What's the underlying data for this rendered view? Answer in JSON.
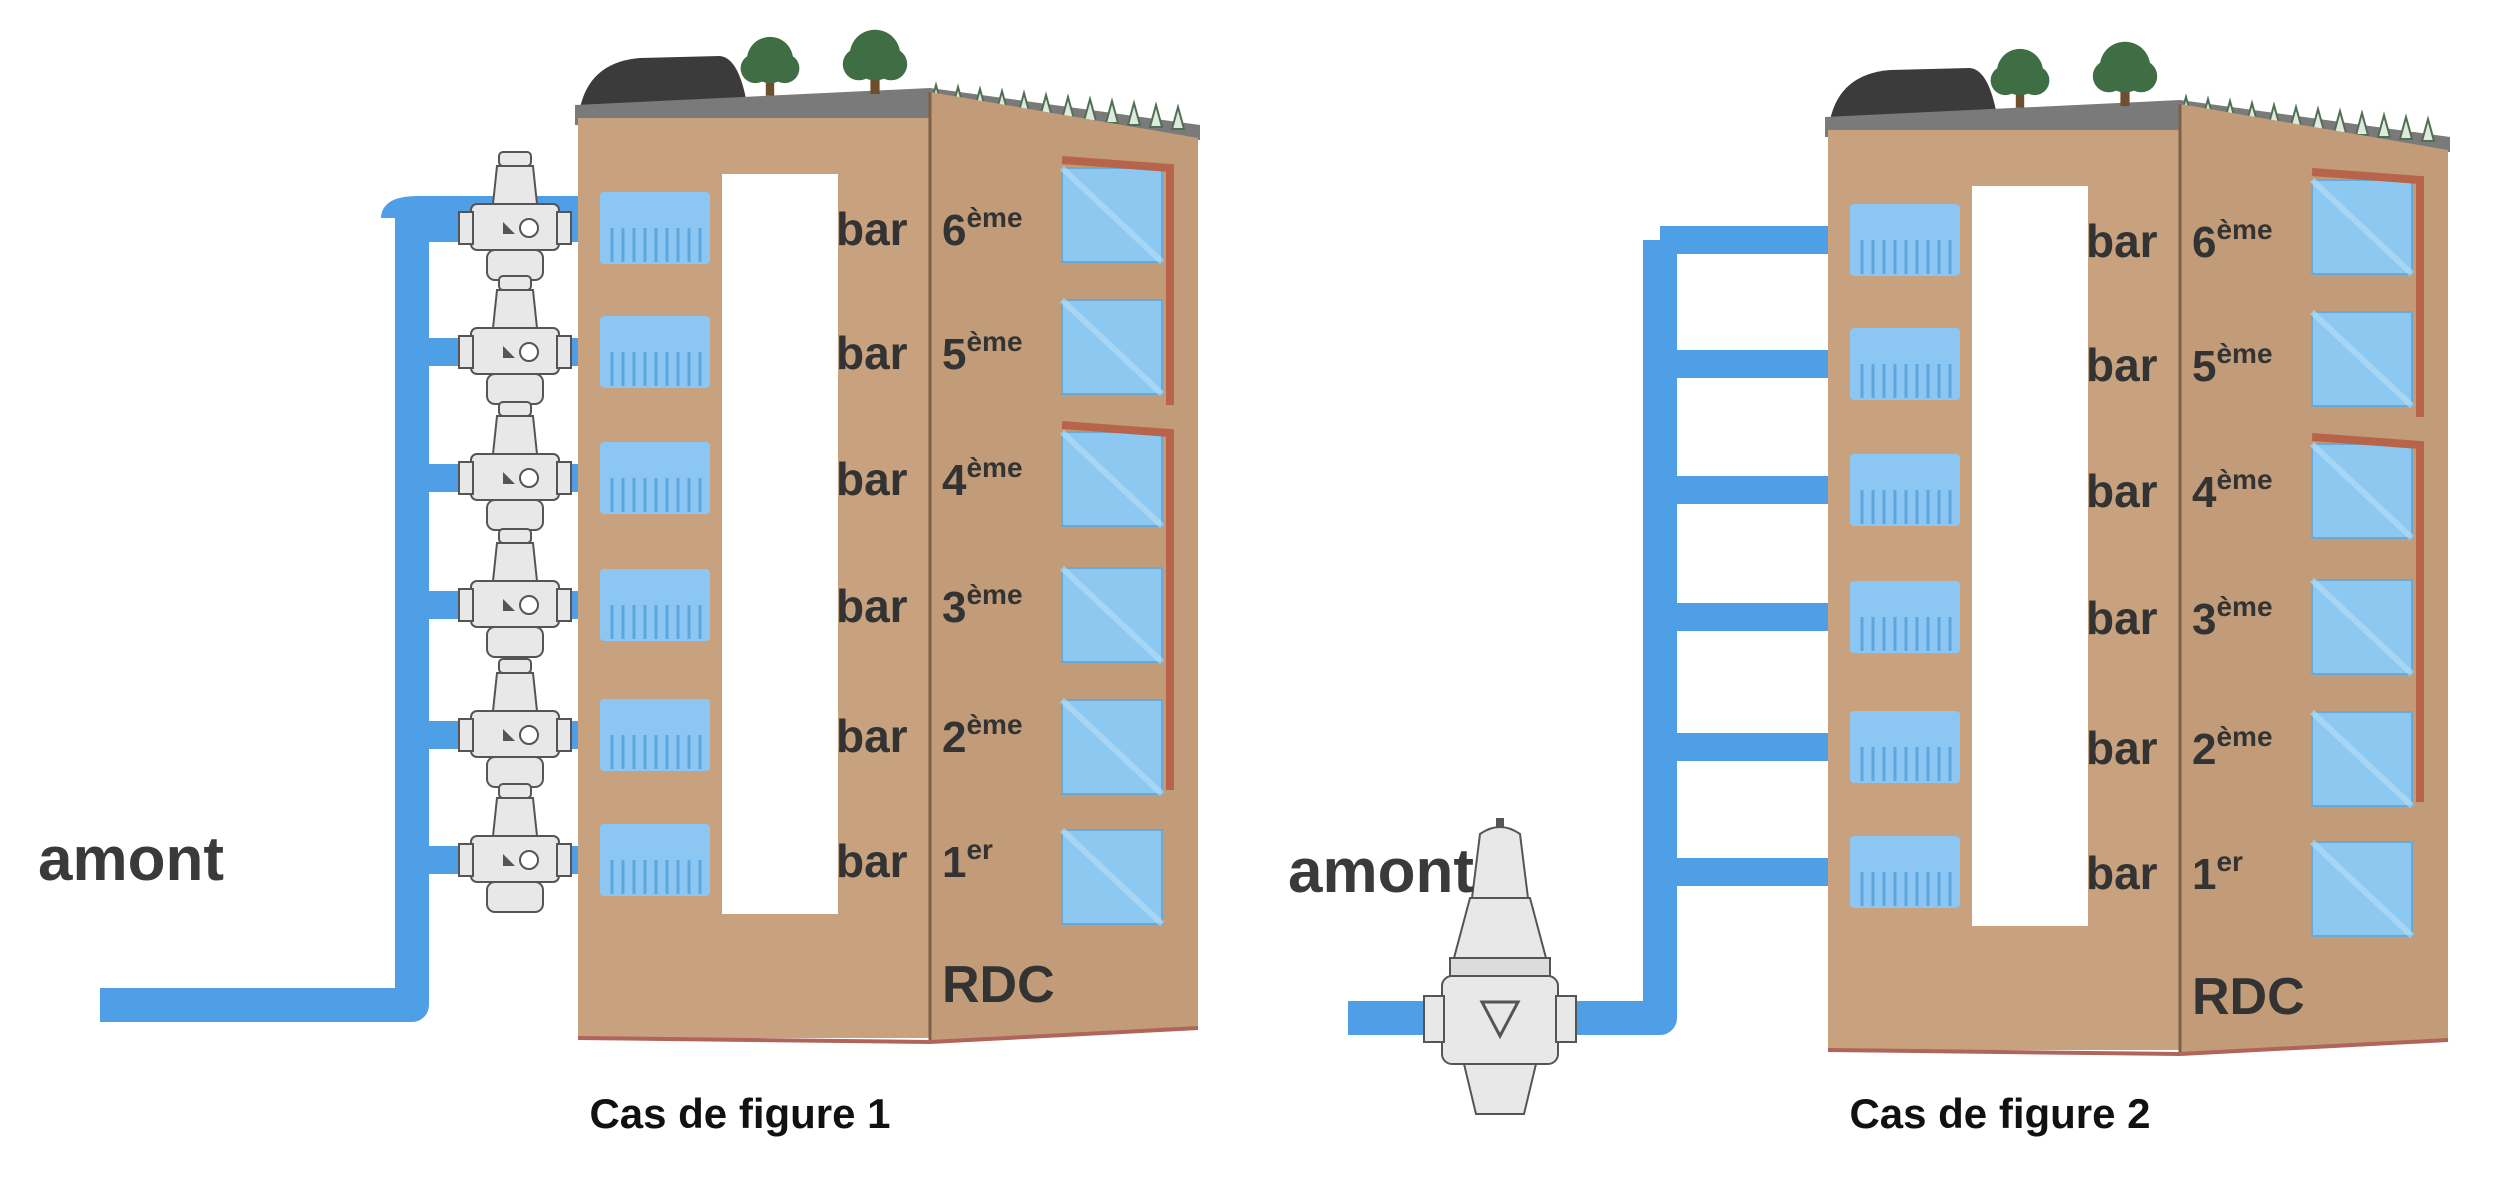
{
  "upstream_label": "amont",
  "pressure_unit": "bar",
  "floors": [
    {
      "num": "6",
      "sup": "ème"
    },
    {
      "num": "5",
      "sup": "ème"
    },
    {
      "num": "4",
      "sup": "ème"
    },
    {
      "num": "3",
      "sup": "ème"
    },
    {
      "num": "2",
      "sup": "ème"
    },
    {
      "num": "1",
      "sup": "er"
    }
  ],
  "ground_floor": "RDC",
  "cases": [
    {
      "caption": "Cas de figure 1",
      "valves": "one-per-floor"
    },
    {
      "caption": "Cas de figure 2",
      "valves": "single-main"
    }
  ],
  "colors": {
    "pipe": "#4f9fe6",
    "pipe_light": "#8cc6f2",
    "building_front": "#c8a27e",
    "building_side": "#c29c78",
    "roof": "#3b3b3b",
    "window": "#8cc8ef",
    "window_frame": "#b8644a",
    "tree": "#3f6e45",
    "valve_body": "#e8e8e8",
    "valve_outline": "#555555"
  },
  "icons": [
    "pressure-reducing-valve-icon",
    "radiator-icon",
    "tree-icon",
    "window-icon"
  ]
}
